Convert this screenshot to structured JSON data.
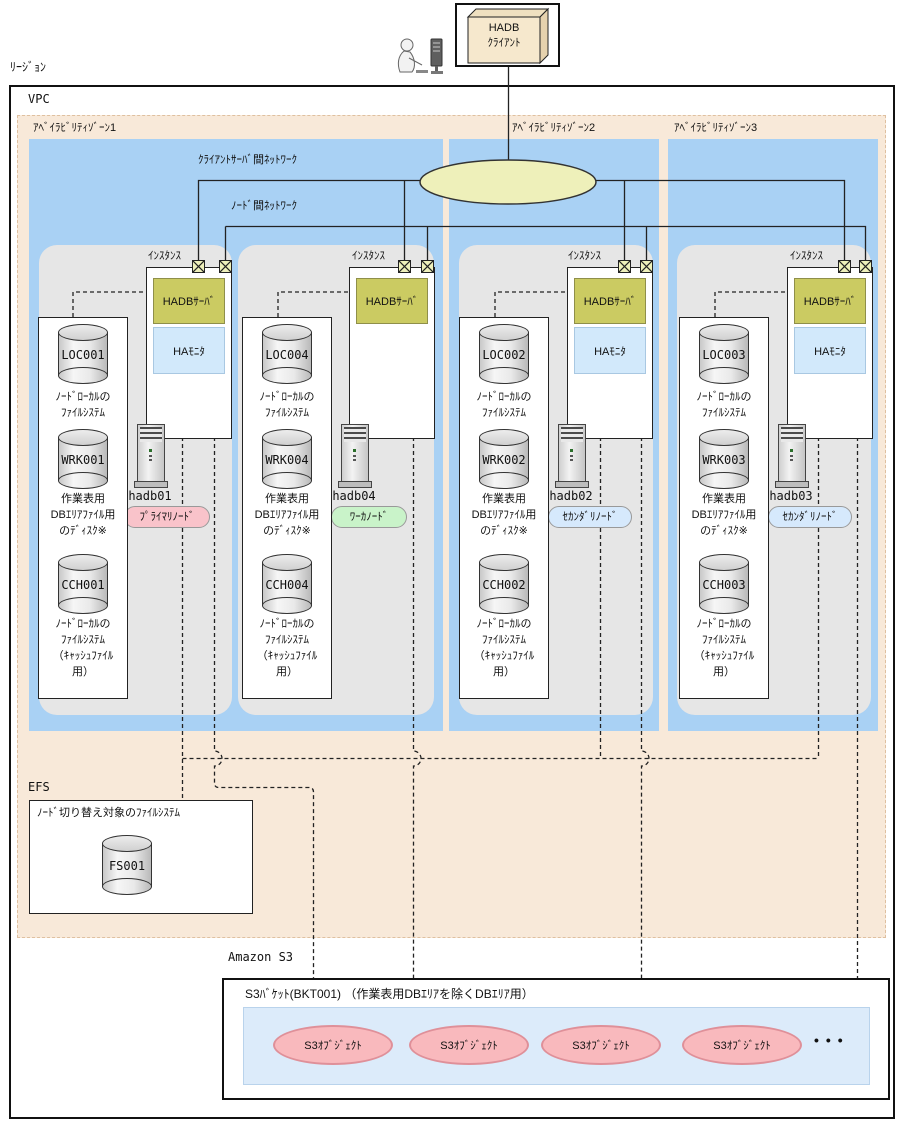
{
  "region_label": "ﾘｰｼﾞｮﾝ",
  "vpc_label": "VPC",
  "client": {
    "label": "HADB\nｸﾗｲｱﾝﾄ"
  },
  "networks": {
    "client_server_label": "ｸﾗｲｱﾝﾄｻｰﾊﾞ間ﾈｯﾄﾜｰｸ",
    "node_label": "ﾉｰﾄﾞ間ﾈｯﾄﾜｰｸ"
  },
  "zones": [
    {
      "label": "ｱﾍﾞｲﾗﾋﾞﾘﾃｨｿﾞｰﾝ1"
    },
    {
      "label": "ｱﾍﾞｲﾗﾋﾞﾘﾃｨｿﾞｰﾝ2"
    },
    {
      "label": "ｱﾍﾞｲﾗﾋﾞﾘﾃｨｿﾞｰﾝ3"
    }
  ],
  "shared": {
    "instance_label": "ｲﾝｽﾀﾝｽ",
    "local_fs_caption": "ﾉｰﾄﾞﾛｰｶﾙの\nﾌｧｲﾙｼｽﾃﾑ",
    "work_disk_caption": "作業表用\nDBｴﾘｱﾌｧｲﾙ用\nのﾃﾞｨｽｸ※",
    "cache_fs_caption": "ﾉｰﾄﾞﾛｰｶﾙの\nﾌｧｲﾙｼｽﾃﾑ\n（ｷｬｯｼｭﾌｧｲﾙ\n用）"
  },
  "nodes": [
    {
      "host": "hadb01",
      "role": "ﾌﾟﾗｲﾏﾘﾉｰﾄﾞ",
      "server_label": "HADBｻｰﾊﾞ",
      "monitor_label": "HAﾓﾆﾀ",
      "loc": "LOC001",
      "wrk": "WRK001",
      "cch": "CCH001"
    },
    {
      "host": "hadb04",
      "role": "ﾜｰｶﾉｰﾄﾞ",
      "server_label": "HADBｻｰﾊﾞ",
      "monitor_label": null,
      "loc": "LOC004",
      "wrk": "WRK004",
      "cch": "CCH004"
    },
    {
      "host": "hadb02",
      "role": "ｾｶﾝﾀﾞﾘﾉｰﾄﾞ",
      "server_label": "HADBｻｰﾊﾞ",
      "monitor_label": "HAﾓﾆﾀ",
      "loc": "LOC002",
      "wrk": "WRK002",
      "cch": "CCH002"
    },
    {
      "host": "hadb03",
      "role": "ｾｶﾝﾀﾞﾘﾉｰﾄﾞ",
      "server_label": "HADBｻｰﾊﾞ",
      "monitor_label": "HAﾓﾆﾀ",
      "loc": "LOC003",
      "wrk": "WRK003",
      "cch": "CCH003"
    }
  ],
  "efs": {
    "label": "EFS",
    "caption": "ﾉｰﾄﾞ切り替え対象のﾌｧｲﾙｼｽﾃﾑ",
    "fs_name": "FS001"
  },
  "s3": {
    "label": "Amazon S3",
    "bucket_label": "S3ﾊﾞｹｯﾄ(BKT001)  （作業表用DBｴﾘｱを除くDBｴﾘｱ用）",
    "objects": [
      "S3ｵﾌﾞｼﾞｪｸﾄ",
      "S3ｵﾌﾞｼﾞｪｸﾄ",
      "S3ｵﾌﾞｼﾞｪｸﾄ",
      "S3ｵﾌﾞｼﾞｪｸﾄ"
    ],
    "ellipsis": "•••"
  },
  "colors": {
    "vpc_bg": "#f8e9d9",
    "zone_bg": "#a9d1f4",
    "group_bg": "#e6e6e6",
    "hadb_server_bg": "#cbcb62",
    "ha_monitor_bg": "#d2e9fb",
    "network_ellipse_fill": "#eef0ba",
    "nic_fill": "#eef0ba",
    "primary_pill": "#f9c3ca",
    "worker_pill": "#c9f3c9",
    "secondary_pill": "#d6e9fc",
    "s3_inner_bg": "#dcebfa",
    "s3_object_fill": "#f9b9bd",
    "client_box_face": "#f6e8cd"
  }
}
